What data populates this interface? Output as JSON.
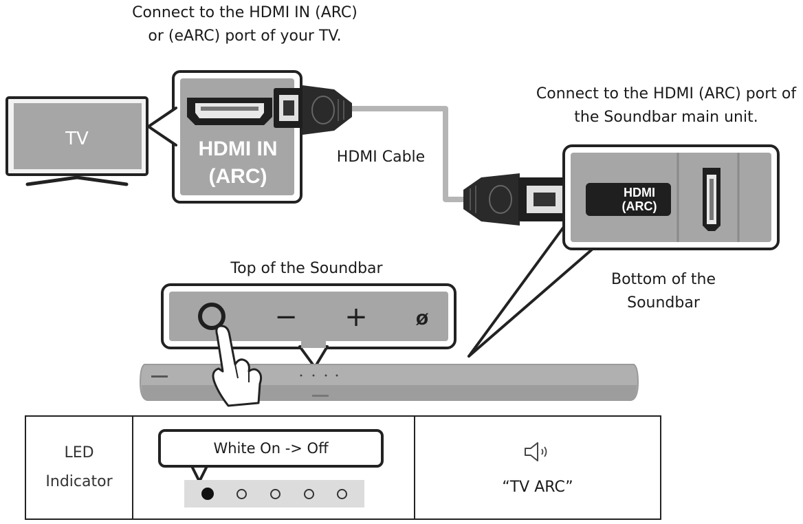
{
  "captions": {
    "tv_port_line1": "Connect to the HDMI IN (ARC)",
    "tv_port_line2": "or (eARC) port of your TV.",
    "soundbar_port_line1": "Connect to the HDMI (ARC) port of",
    "soundbar_port_line2": "the Soundbar main unit.",
    "cable": "HDMI Cable",
    "top_of_soundbar": "Top of the Soundbar",
    "bottom_line1": "Bottom of the",
    "bottom_line2": "Soundbar"
  },
  "tv": {
    "label": "TV"
  },
  "tv_port": {
    "line1": "HDMI IN",
    "line2": "(ARC)"
  },
  "soundbar_port": {
    "line1": "HDMI",
    "line2": "(ARC)"
  },
  "buttons": {
    "minus": "−",
    "plus": "+",
    "mic": "ø"
  },
  "led_table": {
    "label_line1": "LED",
    "label_line2": "Indicator",
    "status": "White On -> Off",
    "leds": [
      true,
      false,
      false,
      false,
      false
    ],
    "voice": "“TV ARC”"
  },
  "colors": {
    "panel_gray": "#a6a6a6",
    "dark": "#222222",
    "cable_gray": "#b5b5b5"
  }
}
